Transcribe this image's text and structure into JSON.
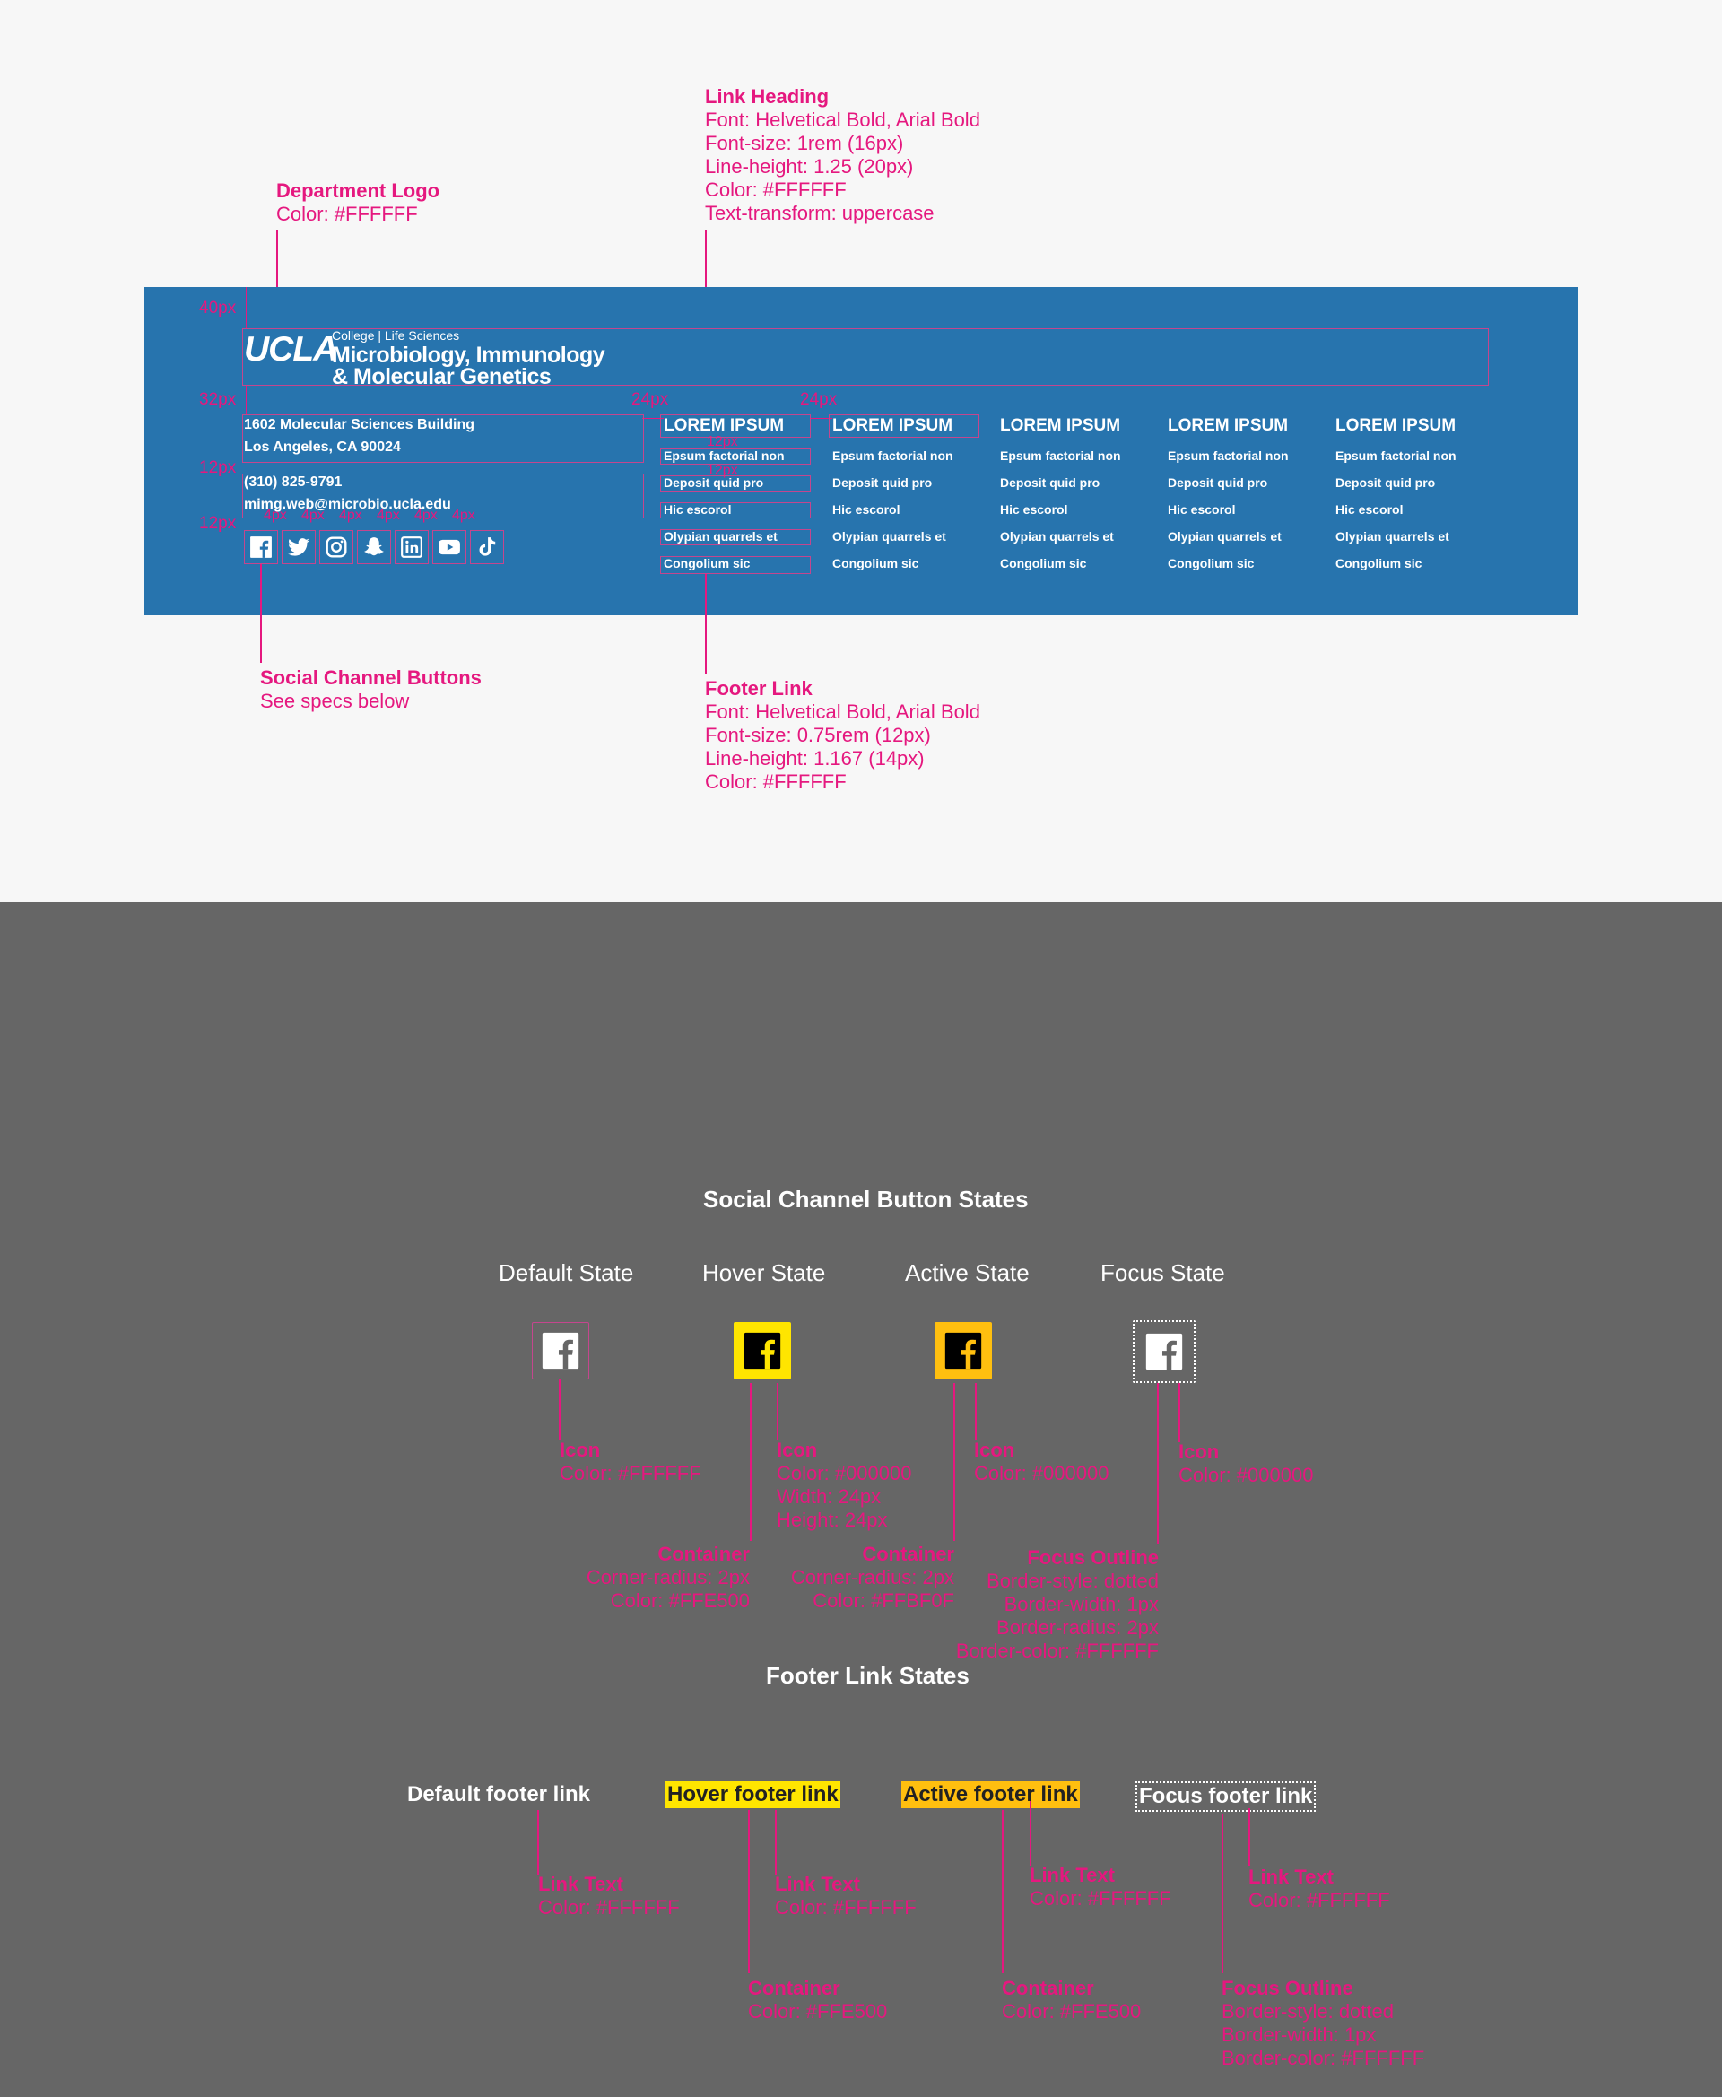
{
  "spec": {
    "department_logo": {
      "title": "Department Logo",
      "lines": [
        "Color: #FFFFFF"
      ]
    },
    "link_heading": {
      "title": "Link Heading",
      "lines": [
        "Font: Helvetical Bold, Arial Bold",
        "Font-size: 1rem (16px)",
        "Line-height: 1.25 (20px)",
        "Color: #FFFFFF",
        "Text-transform: uppercase"
      ]
    },
    "social_buttons": {
      "title": "Social Channel Buttons",
      "lines": [
        "See specs below"
      ]
    },
    "footer_link": {
      "title": "Footer Link",
      "lines": [
        "Font: Helvetical Bold, Arial Bold",
        "Font-size: 0.75rem (12px)",
        "Line-height: 1.167 (14px)",
        "Color: #FFFFFF"
      ]
    },
    "spacing": {
      "s40": "40px",
      "s32": "32px",
      "s12a": "12px",
      "s12b": "12px",
      "s24a": "24px",
      "s24b": "24px",
      "s12c": "12px",
      "s12d": "12px",
      "s4": "4px"
    }
  },
  "footer": {
    "logo": {
      "wordmark": "UCLA",
      "college": "College | Life Sciences",
      "dept_line1": "Microbiology, Immunology",
      "dept_line2": "& Molecular Genetics"
    },
    "address": [
      "1602 Molecular Sciences Building",
      "Los Angeles, CA 90024"
    ],
    "contact": [
      "(310) 825-9791",
      "mimg.web@microbio.ucla.edu"
    ],
    "social_icons": [
      "facebook-icon",
      "twitter-icon",
      "instagram-icon",
      "snapchat-icon",
      "linkedin-icon",
      "youtube-icon",
      "tiktok-icon"
    ],
    "columns": [
      {
        "heading": "LOREM IPSUM",
        "links": [
          "Epsum factorial non",
          "Deposit quid pro",
          "Hic escorol",
          "Olypian quarrels et",
          "Congolium sic"
        ]
      },
      {
        "heading": "LOREM IPSUM",
        "links": [
          "Epsum factorial non",
          "Deposit quid pro",
          "Hic escorol",
          "Olypian quarrels et",
          "Congolium sic"
        ]
      },
      {
        "heading": "LOREM IPSUM",
        "links": [
          "Epsum factorial non",
          "Deposit quid pro",
          "Hic escorol",
          "Olypian quarrels et",
          "Congolium sic"
        ]
      },
      {
        "heading": "LOREM IPSUM",
        "links": [
          "Epsum factorial non",
          "Deposit quid pro",
          "Hic escorol",
          "Olypian quarrels et",
          "Congolium sic"
        ]
      },
      {
        "heading": "LOREM IPSUM",
        "links": [
          "Epsum factorial non",
          "Deposit quid pro",
          "Hic escorol",
          "Olypian quarrels et",
          "Congolium sic"
        ]
      }
    ]
  },
  "social_states": {
    "title": "Social Channel Button States",
    "states": [
      "Default State",
      "Hover State",
      "Active State",
      "Focus State"
    ],
    "default_icon": {
      "title": "Icon",
      "lines": [
        "Color: #FFFFFF"
      ]
    },
    "hover_icon": {
      "title": "Icon",
      "lines": [
        "Color: #000000",
        "Width: 24px",
        "Height: 24px"
      ]
    },
    "hover_container": {
      "title": "Container",
      "lines": [
        "Corner-radius: 2px",
        "Color: #FFE500"
      ]
    },
    "active_icon": {
      "title": "Icon",
      "lines": [
        "Color: #000000"
      ]
    },
    "active_container": {
      "title": "Container",
      "lines": [
        "Corner-radius: 2px",
        "Color: #FFBF0F"
      ]
    },
    "focus_icon": {
      "title": "Icon",
      "lines": [
        "Color: #000000"
      ]
    },
    "focus_outline": {
      "title": "Focus Outline",
      "lines": [
        "Border-style: dotted",
        "Border-width: 1px",
        "Border-radius: 2px",
        "Border-color: #FFFFFF"
      ]
    }
  },
  "link_states": {
    "title": "Footer Link States",
    "labels": [
      "Default footer link",
      "Hover footer link",
      "Active footer link",
      "Focus footer link"
    ],
    "default_text": {
      "title": "Link Text",
      "lines": [
        "Color: #FFFFFF"
      ]
    },
    "hover_text": {
      "title": "Link Text",
      "lines": [
        "Color: #FFFFFF"
      ]
    },
    "hover_container": {
      "title": "Container",
      "lines": [
        "Color: #FFE500"
      ]
    },
    "active_text": {
      "title": "Link Text",
      "lines": [
        "Color: #FFFFFF"
      ]
    },
    "active_container": {
      "title": "Container",
      "lines": [
        "Color: #FFE500"
      ]
    },
    "focus_text": {
      "title": "Link Text",
      "lines": [
        "Color: #FFFFFF"
      ]
    },
    "focus_outline": {
      "title": "Focus Outline",
      "lines": [
        "Border-style: dotted",
        "Border-width: 1px",
        "Border-color: #FFFFFF"
      ]
    }
  },
  "colors": {
    "annotation": "#e5187f",
    "footer_bg": "#2774ae",
    "hover_yellow": "#FFE500",
    "active_gold": "#FFBF0F",
    "lower_bg": "#666666"
  }
}
